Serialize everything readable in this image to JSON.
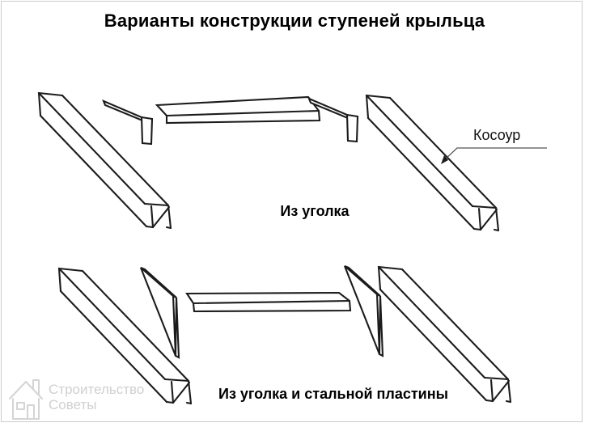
{
  "page": {
    "title": "Варианты конструкции ступеней крыльца"
  },
  "diagrams": {
    "top": {
      "caption": "Из уголка",
      "callout_label": "Косоур",
      "parts": [
        "channel-stringer-left",
        "angle-bracket-left",
        "angle-tread",
        "angle-bracket-right",
        "channel-stringer-right"
      ]
    },
    "bottom": {
      "caption": "Из уголка и стальной пластины",
      "parts": [
        "channel-stringer-left",
        "steel-plate-triangle-left",
        "angle-tread",
        "steel-plate-triangle-right",
        "channel-stringer-right"
      ]
    }
  },
  "watermark": {
    "icon": "house-icon",
    "line1": "Строительство",
    "line2": "Советы"
  },
  "colors": {
    "drawing_line": "#1c1c1c",
    "text": "#000000",
    "watermark": "#d0d0d0",
    "frame_border": "#c9cdd0",
    "background": "#ffffff"
  }
}
